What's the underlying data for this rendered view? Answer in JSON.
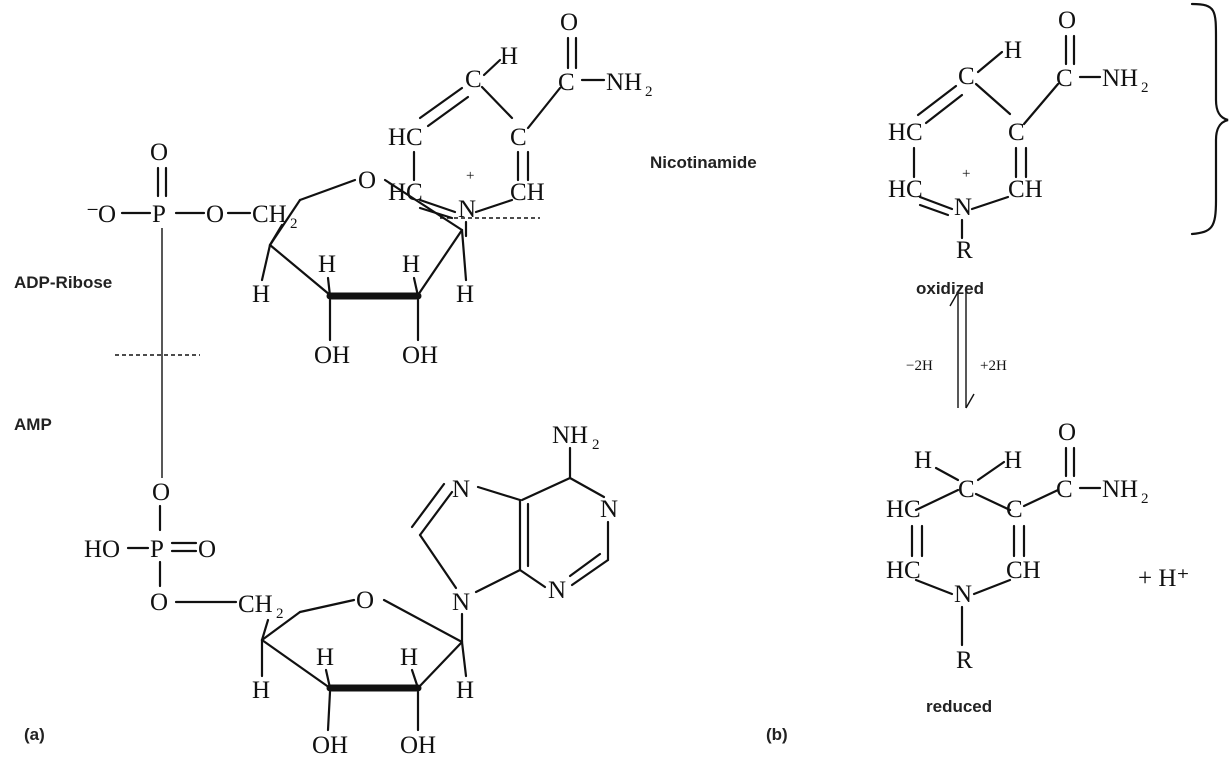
{
  "panels": {
    "a": "(a)",
    "b": "(b)"
  },
  "labels": {
    "nicotinamide": "Nicotinamide",
    "adp_ribose": "ADP-Ribose",
    "amp": "AMP",
    "oxidized": "oxidized",
    "reduced": "reduced",
    "minus_2h": "−2H",
    "plus_2h": "+2H",
    "plus_h": "+ H⁺"
  },
  "atoms": {
    "O": "O",
    "H": "H",
    "HC": "HC",
    "CH": "CH",
    "C": "C",
    "N": "N",
    "R": "R",
    "OH": "OH",
    "HO": "HO",
    "P": "P",
    "CH2": "CH",
    "NH2": "NH",
    "sub2": "2",
    "minus": "⁻",
    "plus": "+"
  }
}
